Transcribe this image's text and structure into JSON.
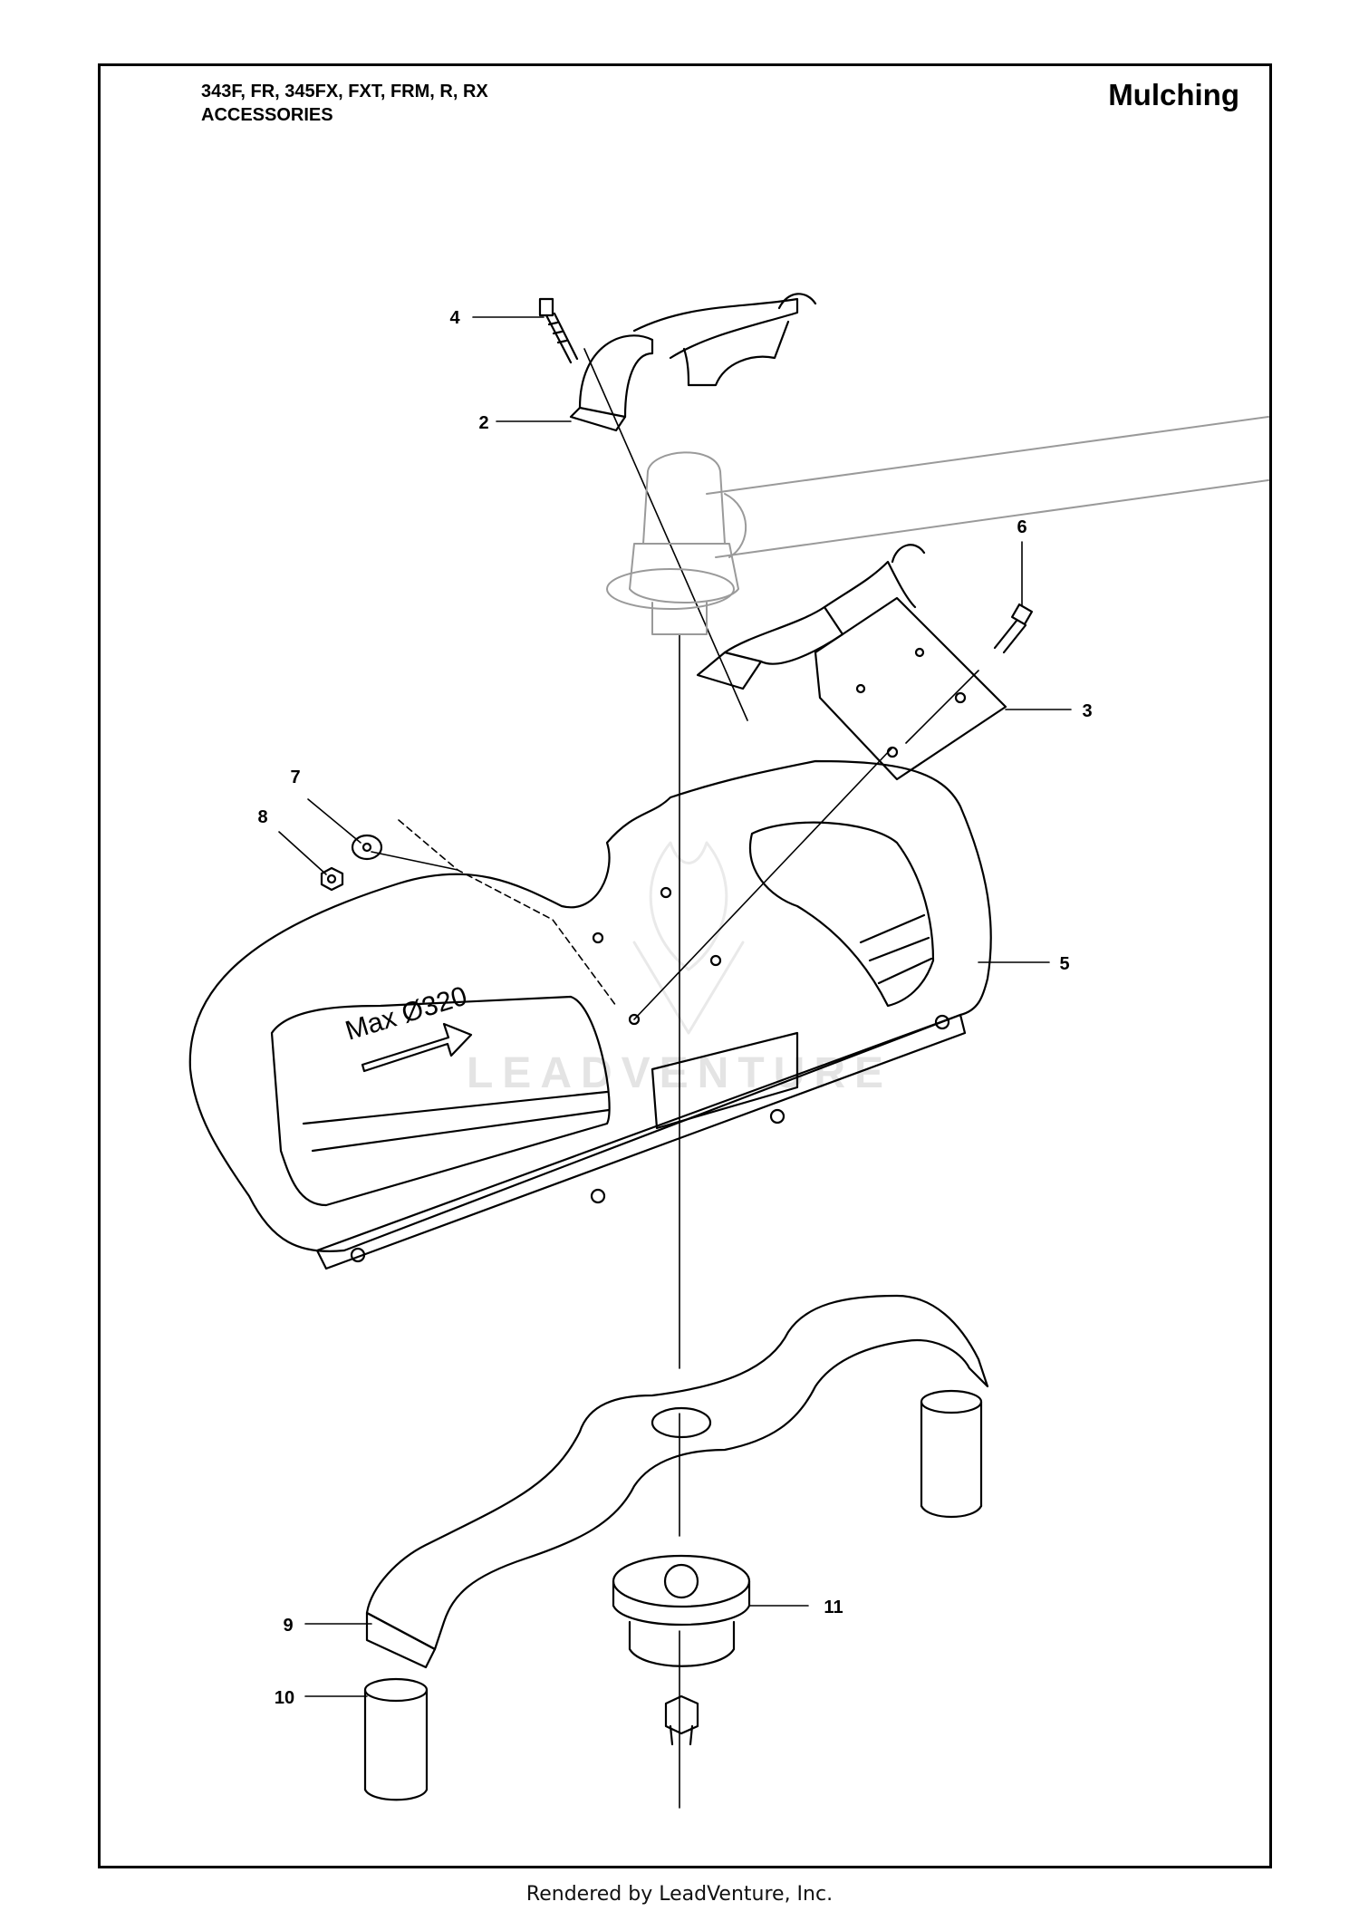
{
  "header": {
    "models": "343F, FR, 345FX, FXT, FRM, R, RX",
    "section": "ACCESSORIES",
    "title": "Mulching"
  },
  "watermark": {
    "text": "LEADVENTURE"
  },
  "parts": [
    {
      "ref": "2",
      "label": "2"
    },
    {
      "ref": "3",
      "label": "3"
    },
    {
      "ref": "4",
      "label": "4"
    },
    {
      "ref": "5",
      "label": "5"
    },
    {
      "ref": "6",
      "label": "6"
    },
    {
      "ref": "7",
      "label": "7"
    },
    {
      "ref": "8",
      "label": "8"
    },
    {
      "ref": "9",
      "label": "9"
    },
    {
      "ref": "10",
      "label": "10"
    },
    {
      "ref": "11",
      "label": "11"
    }
  ],
  "guard_marking": {
    "text": "Max Ø320"
  },
  "footer": {
    "text": "Rendered by LeadVenture, Inc."
  }
}
